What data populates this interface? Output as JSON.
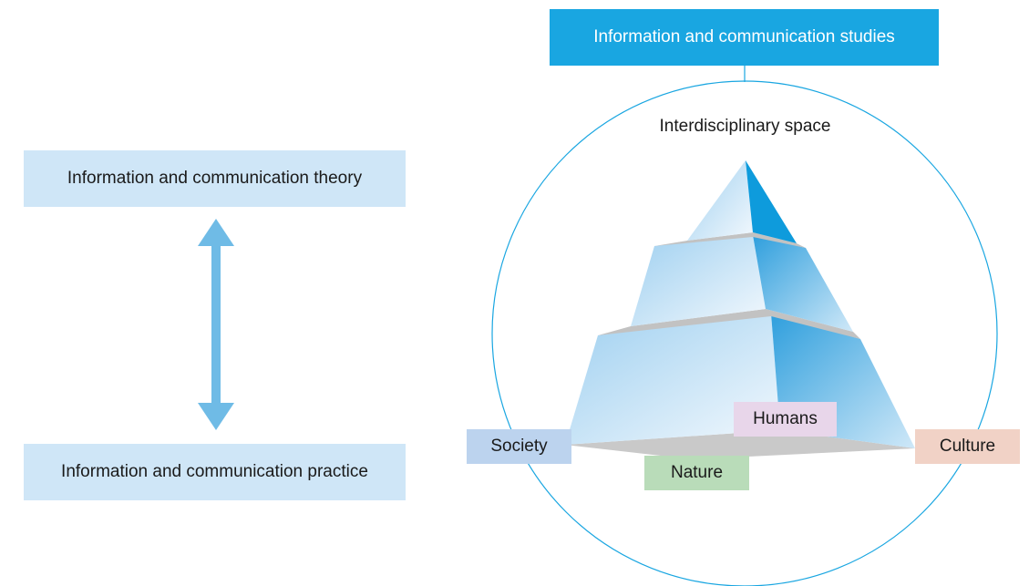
{
  "left": {
    "theory": "Information and communication theory",
    "practice": "Information and communication practice"
  },
  "right": {
    "studies": "Information and communication studies",
    "space": "Interdisciplinary space",
    "facets": {
      "society": "Society",
      "humans": "Humans",
      "nature": "Nature",
      "culture": "Culture"
    }
  },
  "colors": {
    "studies_bg": "#19a6e1",
    "left_box_bg": "#cfe6f7",
    "arrow": "#6fbbe6",
    "circle": "#19a6e1",
    "society": "#bcd3ee",
    "humans": "#e8d6ea",
    "nature": "#b9dcb9",
    "culture": "#f1d2c6"
  }
}
